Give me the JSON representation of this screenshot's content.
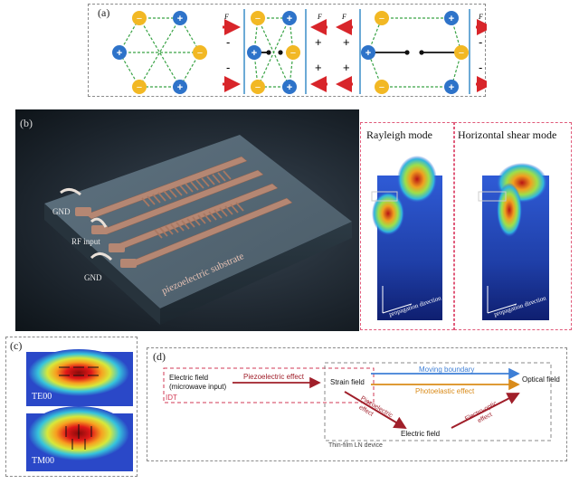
{
  "panel_a": {
    "label": "(a)",
    "atoms": [
      {
        "sign": "+",
        "color": "#2e73c9"
      },
      {
        "sign": "−",
        "color": "#f2b824"
      }
    ],
    "force_label": "F",
    "field_signs": [
      "-",
      "+",
      "+",
      "-"
    ]
  },
  "panel_b": {
    "label": "(b)",
    "device": {
      "gnd_top": "GND",
      "rf_input": "RF input",
      "gnd_bottom": "GND",
      "substrate": "piezoelectric substrate"
    },
    "modes": {
      "rayleigh": "Rayleigh mode",
      "shear": "Horizontal shear mode",
      "propagation": "propagation direction"
    }
  },
  "panel_c": {
    "label": "(c)",
    "mode_te": "TE00",
    "mode_tm": "TM00"
  },
  "panel_d": {
    "label": "(d)",
    "electric_field_input_line1": "Electric field",
    "electric_field_input_line2": "(microwave input)",
    "idt": "IDT",
    "piezoelectric_effect": "Piezoelectric effect",
    "strain_field": "Strain field",
    "moving_boundary": "Moving boundary",
    "photoelastic_effect": "Photoelastic effect",
    "optical_field": "Optical field",
    "piezoelectric_effect_diag_1": "Piezoelectric",
    "piezoelectric_effect_diag_2": "effect",
    "electro_optic_1": "Electro-optic",
    "electro_optic_2": "effect",
    "electric_field": "Electric field",
    "device": "Thin-film LN device"
  },
  "colors": {
    "positive": "#2e73c9",
    "negative": "#f2b824",
    "force_arrow": "#d8252a",
    "moving_boundary": "#3e7fd6",
    "photoelastic": "#d98b1a",
    "piezo_arrow": "#a01f2a",
    "idt_border": "#d23a55"
  }
}
